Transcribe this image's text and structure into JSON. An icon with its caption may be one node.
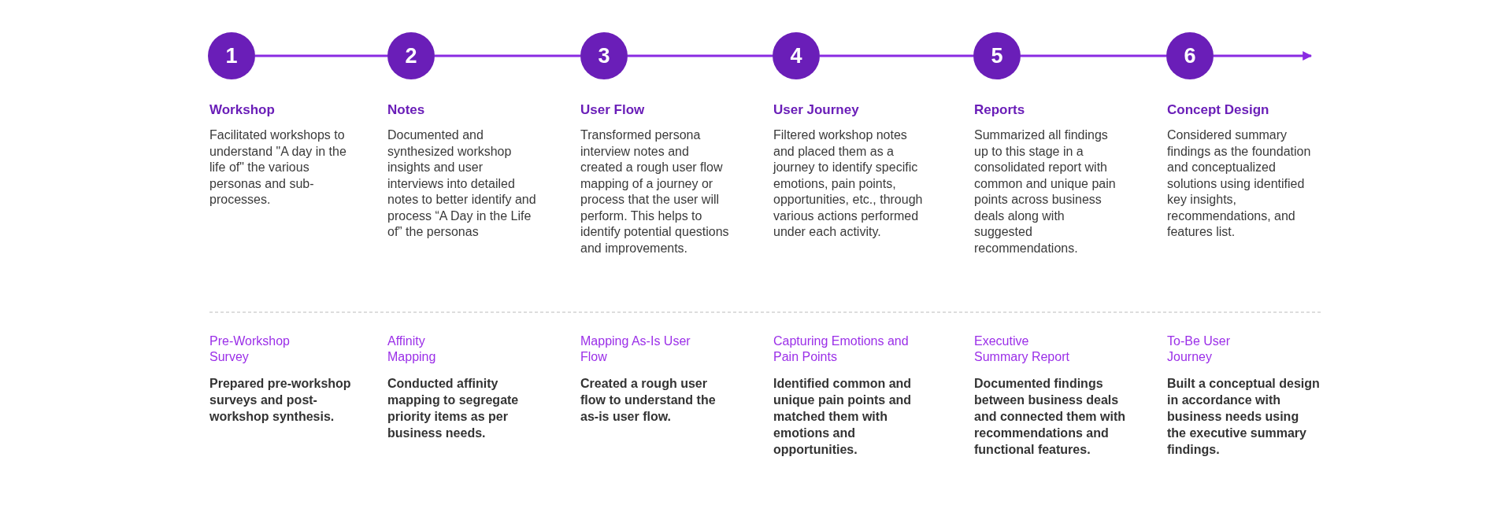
{
  "diagram": {
    "nodes": [
      {
        "text": [
          "1"
        ],
        "beside": [
          "Workshop",
          "Facilitated workshops to understand \"A day in the life of\" the various personas and sub-processes."
        ]
      },
      {
        "text": [
          "2"
        ],
        "beside": [
          "Notes",
          "Documented and synthesized workshop insights and user interviews into detailed notes to better identify and process “A Day in the Life of” the personas"
        ]
      },
      {
        "text": [
          "3"
        ],
        "beside": [
          "User Flow",
          "Transformed persona interview notes and created a rough user flow mapping of a journey or process that the user will perform. This helps to identify potential questions and improvements."
        ]
      },
      {
        "text": [
          "4"
        ],
        "beside": [
          "User Journey",
          "Filtered workshop notes and placed them as a journey to identify specific emotions, pain points, opportunities, etc., through various actions performed under each activity."
        ]
      },
      {
        "text": [
          "5"
        ],
        "beside": [
          "Reports",
          "Summarized all findings up to this stage in a consolidated report with common and unique pain points across business deals along with suggested recommendations."
        ]
      },
      {
        "text": [
          "6"
        ],
        "beside": [
          "Concept Design",
          "Considered summary findings as the foundation and conceptualized solutions using identified key insights, recommendations, and features list."
        ]
      }
    ],
    "edges": [
      {
        "from": 0,
        "to": 1,
        "arrow": "none"
      },
      {
        "from": 1,
        "to": 2,
        "arrow": "none"
      },
      {
        "from": 2,
        "to": 3,
        "arrow": "none"
      },
      {
        "from": 3,
        "to": 4,
        "arrow": "none"
      },
      {
        "from": 4,
        "to": 5,
        "arrow": "none"
      },
      {
        "from": 5,
        "to": null,
        "arrow": "to"
      }
    ],
    "labels": [
      "Pre-Workshop Survey",
      "Prepared pre-workshop surveys and post-workshop synthesis.",
      "Affinity Mapping",
      "Conducted affinity mapping to segregate priority items as per business needs.",
      "Mapping As-Is User Flow",
      "Created a rough user flow to understand the as-is user flow.",
      "Capturing Emotions and Pain Points",
      "Identified common and unique pain points and matched them with emotions and opportunities.",
      "Executive Summary Report",
      "Documented findings between business deals and connected them with recommendations and functional features.",
      "To-Be User Journey",
      "Built a conceptual design in accordance with business needs using the executive summary findings."
    ]
  }
}
